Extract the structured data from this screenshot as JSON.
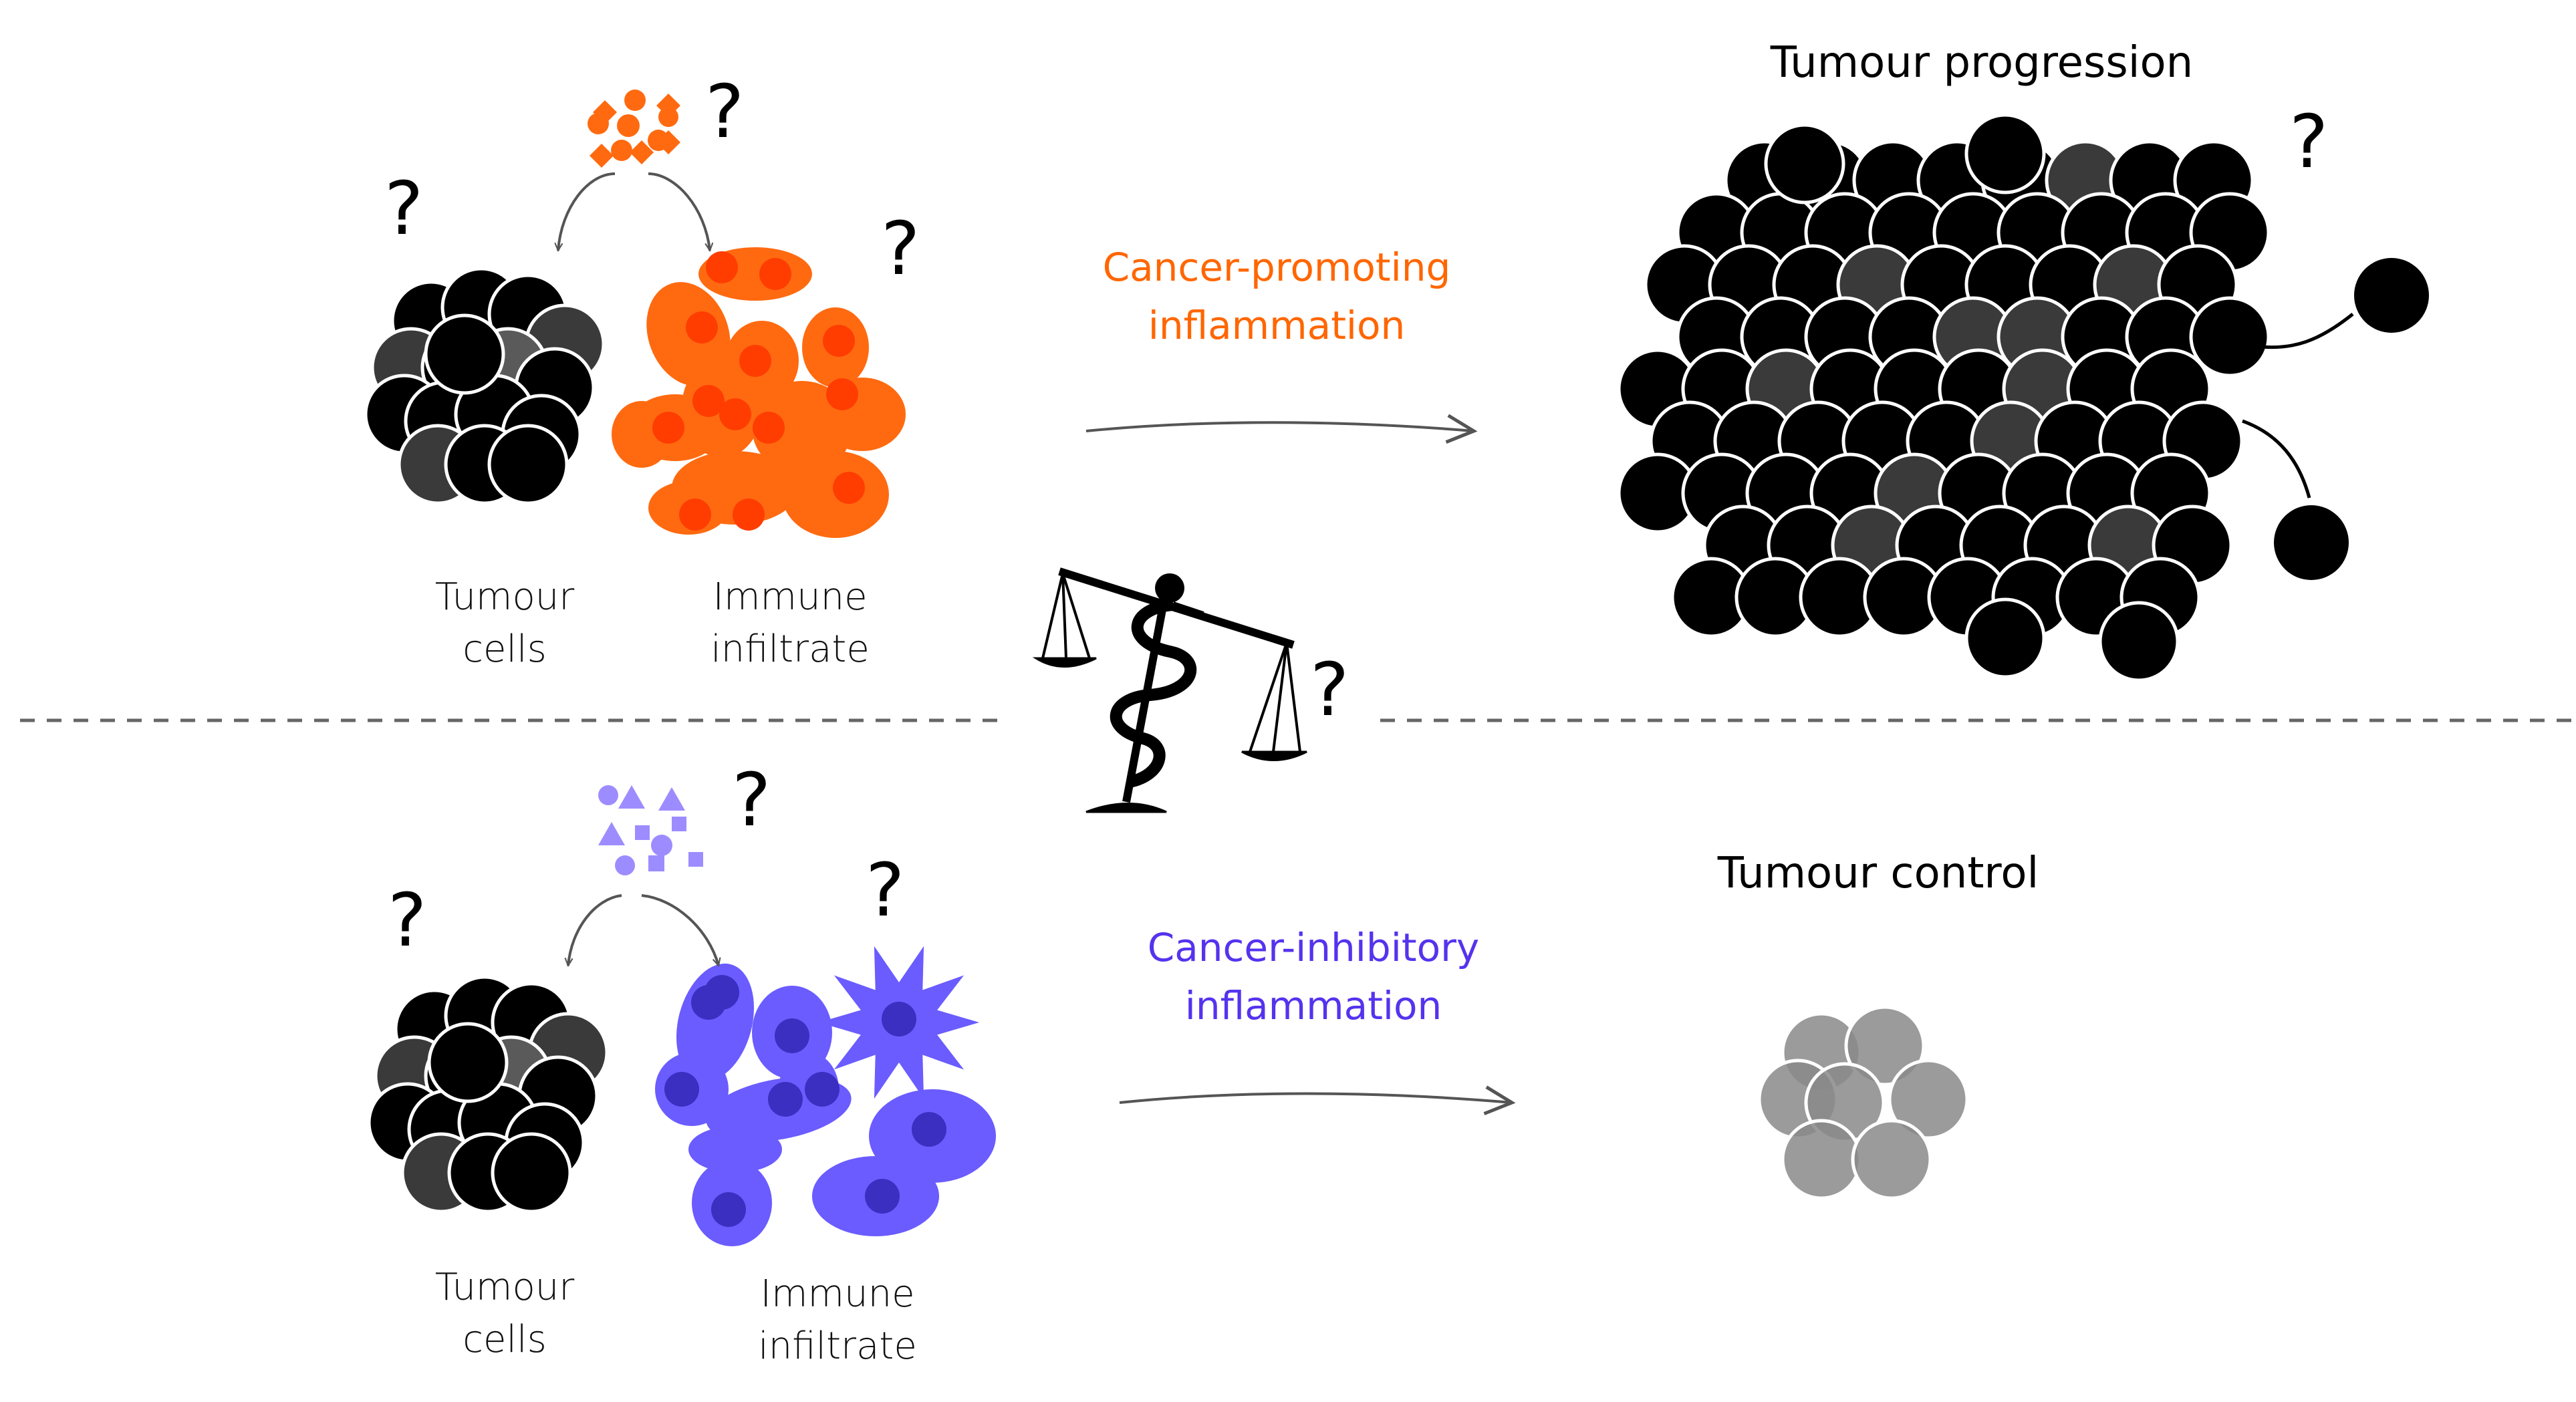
{
  "top_panel": {
    "tumour_label_line1": "Tumour",
    "tumour_label_line2": "cells",
    "immune_label_line1": "Immune",
    "immune_label_line2": "infiltrate",
    "process_line1": "Cancer-promoting",
    "process_line2": "inflammation",
    "outcome_title": "Tumour progression"
  },
  "bottom_panel": {
    "tumour_label_line1": "Tumour",
    "tumour_label_line2": "cells",
    "immune_label_line1": "Immune",
    "immune_label_line2": "infiltrate",
    "process_line1": "Cancer-inhibitory",
    "process_line2": "inflammation",
    "outcome_title": "Tumour control"
  },
  "question_mark": "?",
  "colors": {
    "promoting": "#ff6600",
    "inhibitory": "#5533ee",
    "immune_orange": "#ff6a10",
    "immune_orange_nucleus": "#ff3d00",
    "immune_purple": "#6a5cff",
    "immune_purple_nucleus": "#3a2fc0",
    "cytokine_purple": "#9d8cff",
    "tumour_black": "#000000",
    "tumour_grey": "#3a3a3a",
    "controlled_grey": "#8a8a8a"
  },
  "icons": {
    "balance": "scales-with-serpent-staff-icon",
    "cytokines_top": "orange-cytokine-cluster-icon",
    "cytokines_bottom": "purple-cytokine-cluster-icon"
  }
}
